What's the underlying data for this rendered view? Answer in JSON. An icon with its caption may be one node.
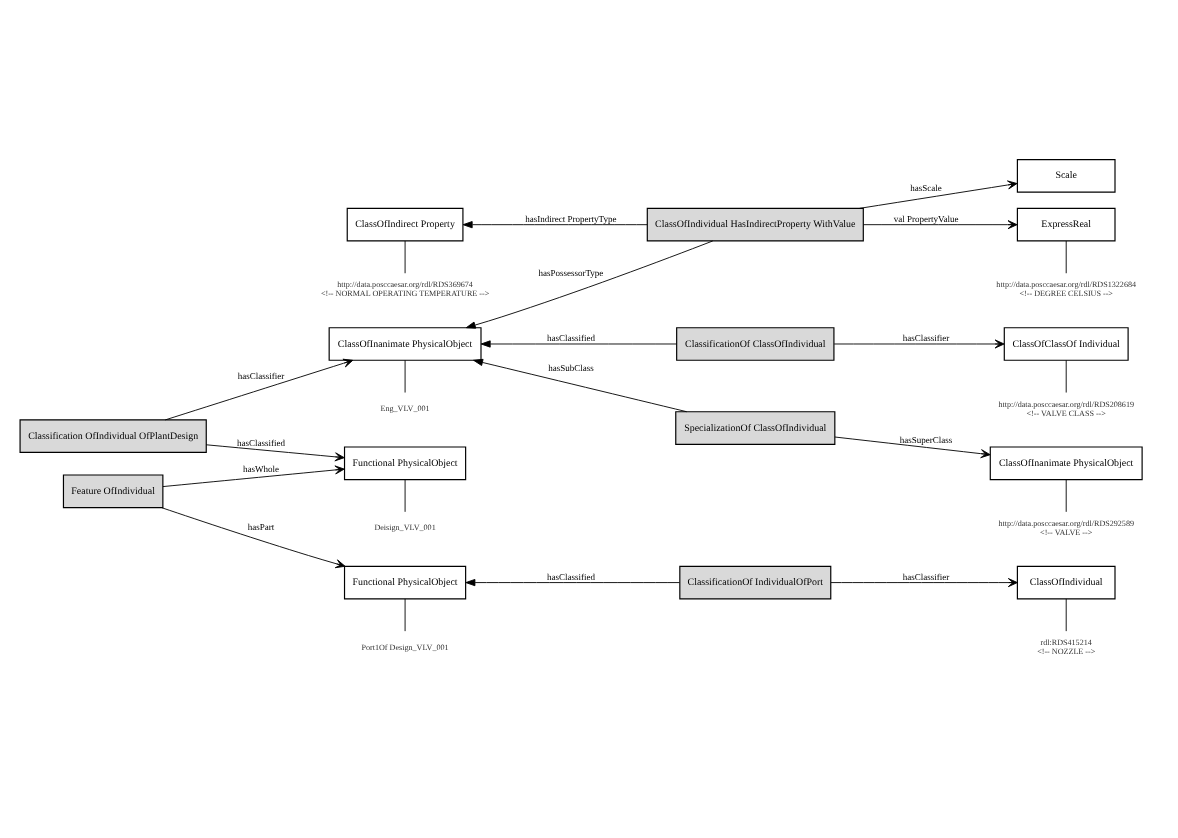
{
  "diagram": {
    "nodes": [
      {
        "text": [
          "Scale"
        ]
      },
      {
        "text": [
          "http://data.posccaesar.org/rdl/RDS1322684",
          "<!-- DEGREE CELSIUS -->"
        ]
      },
      {
        "text": [
          "http://data.posccaesar.org/rdl/RDS369674",
          "<!-- NORMAL OPERATING TEMPERATURE -->"
        ]
      },
      {
        "text": [
          "ClassOfIndirect Property"
        ]
      },
      {
        "text": [
          "ClassOfIndividual HasIndirectProperty WithValue"
        ]
      },
      {
        "text": [
          "ExpressReal"
        ]
      },
      {
        "text": [
          "Eng_VLV_001"
        ]
      },
      {
        "text": [
          "http://data.posccaesar.org/rdl/RDS208619",
          "<!-- VALVE CLASS -->"
        ]
      },
      {
        "text": [
          "Classification OfIndividual OfPlantDesign"
        ]
      },
      {
        "text": [
          "ClassOfInanimate PhysicalObject"
        ]
      },
      {
        "text": [
          "ClassificationOf ClassOfIndividual"
        ]
      },
      {
        "text": [
          "ClassOfClassOf Individual"
        ]
      },
      {
        "text": [
          "Deisign_VLV_001"
        ]
      },
      {
        "text": [
          "http://data.posccaesar.org/rdl/RDS292589",
          "<!-- VALVE -->"
        ]
      },
      {
        "text": [
          "Functional PhysicalObject"
        ]
      },
      {
        "text": [
          "SpecializationOf ClassOfIndividual"
        ]
      },
      {
        "text": [
          "ClassOfInanimate PhysicalObject"
        ]
      },
      {
        "text": [
          "Port1Of Design_VLV_001"
        ]
      },
      {
        "text": [
          "rdl:RDS415214",
          "<!-- NOZZLE -->"
        ]
      },
      {
        "text": [
          "Feature OfIndividual"
        ]
      },
      {
        "text": [
          "Functional PhysicalObject"
        ]
      },
      {
        "text": [
          "ClassificationOf IndividualOfPort"
        ]
      },
      {
        "text": [
          "ClassOfIndividual"
        ]
      }
    ],
    "edges": [
      {
        "from": 4,
        "to": 0,
        "arrow": "to",
        "label": "hasScale"
      },
      {
        "from": 4,
        "to": 3,
        "arrow": "to",
        "label": "hasIndirect PropertyType"
      },
      {
        "from": 4,
        "to": 5,
        "arrow": "to",
        "label": "val PropertyValue"
      },
      {
        "from": 4,
        "to": 9,
        "arrow": "to",
        "label": "hasPossessorType"
      },
      {
        "from": 8,
        "to": 9,
        "arrow": "to",
        "label": "hasClassifier"
      },
      {
        "from": 10,
        "to": 9,
        "arrow": "to",
        "label": "hasClassified"
      },
      {
        "from": 10,
        "to": 11,
        "arrow": "to",
        "label": "hasClassifier"
      },
      {
        "from": 8,
        "to": 14,
        "arrow": "to",
        "label": "hasClassified"
      },
      {
        "from": 15,
        "to": 9,
        "arrow": "to",
        "label": "hasSubClass"
      },
      {
        "from": 15,
        "to": 16,
        "arrow": "to",
        "label": "hasSuperClass"
      },
      {
        "from": 19,
        "to": 14,
        "arrow": "to",
        "label": "hasWhole"
      },
      {
        "from": 19,
        "to": 20,
        "arrow": "to",
        "label": "hasPart"
      },
      {
        "from": 21,
        "to": 20,
        "arrow": "to",
        "label": "hasClassified"
      },
      {
        "from": 21,
        "to": 22,
        "arrow": "to",
        "label": "hasClassifier"
      },
      {
        "from": 2,
        "to": 3,
        "arrow": "none"
      },
      {
        "from": 1,
        "to": 5,
        "arrow": "none"
      },
      {
        "from": 6,
        "to": 9,
        "arrow": "none"
      },
      {
        "from": 7,
        "to": 11,
        "arrow": "none"
      },
      {
        "from": 12,
        "to": 14,
        "arrow": "none"
      },
      {
        "from": 13,
        "to": 16,
        "arrow": "none"
      },
      {
        "from": 17,
        "to": 20,
        "arrow": "none"
      },
      {
        "from": 18,
        "to": 22,
        "arrow": "none"
      }
    ]
  }
}
